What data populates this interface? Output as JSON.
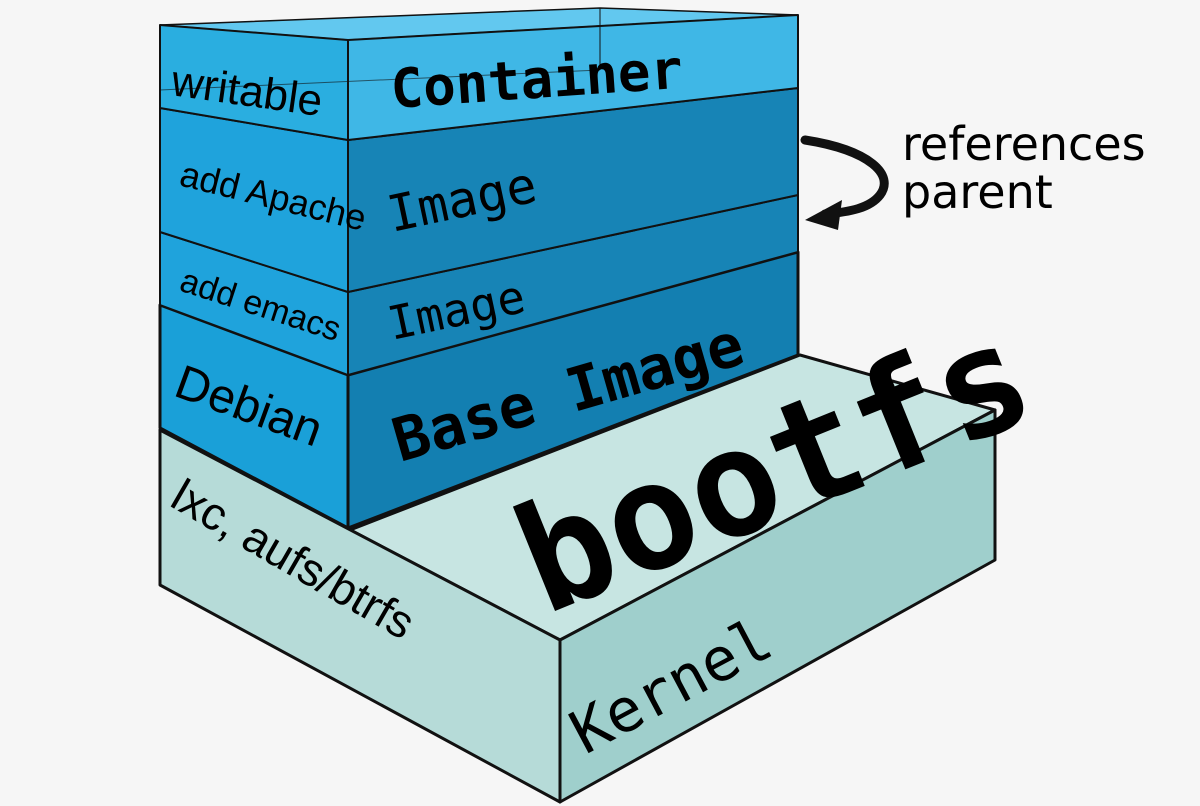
{
  "layers": [
    {
      "side_label": "writable",
      "front_label": "Container"
    },
    {
      "side_label": "add Apache",
      "front_label": "Image"
    },
    {
      "side_label": "add emacs",
      "front_label": "Image"
    },
    {
      "side_label": "Debian",
      "front_label": "Base Image"
    },
    {
      "side_label": "lxc, aufs/btrfs",
      "front_label": "Kernel"
    }
  ],
  "top_label": "bootfs",
  "annotation": {
    "line1": "references",
    "line2": "parent"
  },
  "colors": {
    "background": "#f6f6f6",
    "container_front": "#3fb7e6",
    "container_side": "#2aaee0",
    "container_top": "#62c8ef",
    "image_front": "#1784b6",
    "image_side": "#1fa3dc",
    "base_front": "#137fb1",
    "base_side": "#1aa0d8",
    "kernel_side": "#b6dbd8",
    "kernel_front": "#9fcfcc",
    "kernel_top": "#c7e5e2",
    "outline": "#111111"
  }
}
